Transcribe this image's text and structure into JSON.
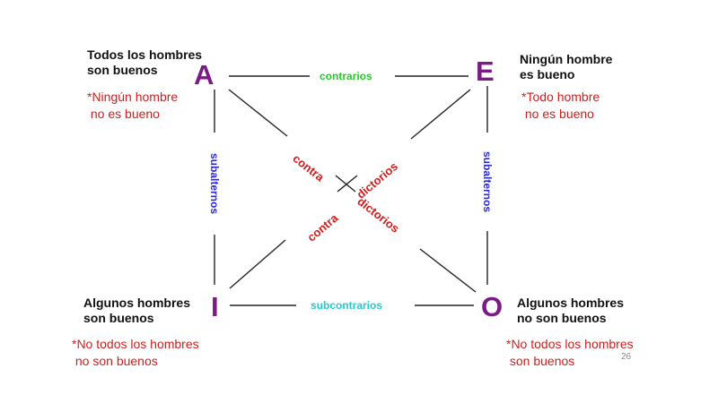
{
  "corners": {
    "a": {
      "letter": "A",
      "statement": [
        "Todos los hombres",
        "son buenos"
      ],
      "note": [
        "*Ningún hombre",
        " no es bueno"
      ]
    },
    "e": {
      "letter": "E",
      "statement": [
        "Ningún hombre",
        "es bueno"
      ],
      "note": [
        "*Todo hombre",
        " no es bueno"
      ]
    },
    "i": {
      "letter": "I",
      "statement": [
        "Algunos hombres",
        "son buenos"
      ],
      "note": [
        "*No todos los hombres",
        " no son buenos"
      ]
    },
    "o": {
      "letter": "O",
      "statement": [
        "Algunos hombres",
        "no son buenos"
      ],
      "note": [
        "*No todos los hombres",
        " son buenos"
      ]
    }
  },
  "relations": {
    "contrarios": "contrarios",
    "subcontrarios": "subcontrarios",
    "subalternos_left": "subalternos",
    "subalternos_right": "subalternos",
    "contradictorios": {
      "contra_1": "contra",
      "dictorios_1": "dictorios",
      "contra_2": "contra",
      "dictorios_2": "dictorios"
    }
  },
  "colors": {
    "contrarios": "#22cc22",
    "subcontrarios": "#22cccc",
    "subalternos": "#2a2ad8",
    "contradictorios": "#d11c1c",
    "corner_letter": "#7a1b86",
    "note": "#cc1f1f"
  },
  "page_number": "26"
}
